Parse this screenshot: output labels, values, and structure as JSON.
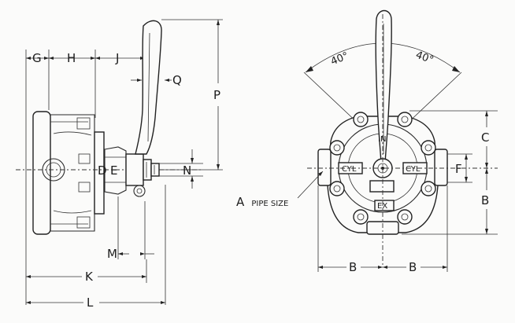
{
  "labels": {
    "G": "G",
    "H": "H",
    "J": "J",
    "Q": "Q",
    "P": "P",
    "D": "D",
    "E": "E",
    "N": "N",
    "M": "M",
    "K": "K",
    "L": "L",
    "angle_left": "40°",
    "angle_right": "40°",
    "C": "C",
    "F": "F",
    "B_right": "B",
    "B_bottom_left": "B",
    "B_bottom_right": "B",
    "pipe_size_a": "A",
    "pipe_size_rest": "PIPE SIZE",
    "port_cyl_left": "CYL",
    "port_cyl_right": "CYL",
    "port_ex": "EX",
    "port_in": "IN"
  }
}
